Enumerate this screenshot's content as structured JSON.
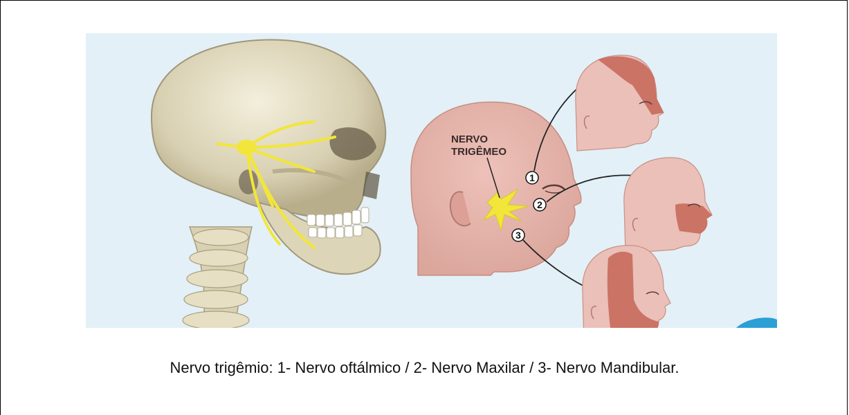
{
  "figure": {
    "label_line1": "NERVO",
    "label_line2": "TRIGÊMEO",
    "branches": [
      "1",
      "2",
      "3"
    ]
  },
  "caption": "Nervo trigêmio: 1- Nervo oftálmico / 2- Nervo Maxilar / 3- Nervo Mandibular.",
  "colors": {
    "background": "#e3f0f7",
    "skin": "#e7b3ab",
    "shaded_region": "#c86a5c",
    "nerve": "#f2e63a",
    "bone": "#e8e2c8"
  }
}
